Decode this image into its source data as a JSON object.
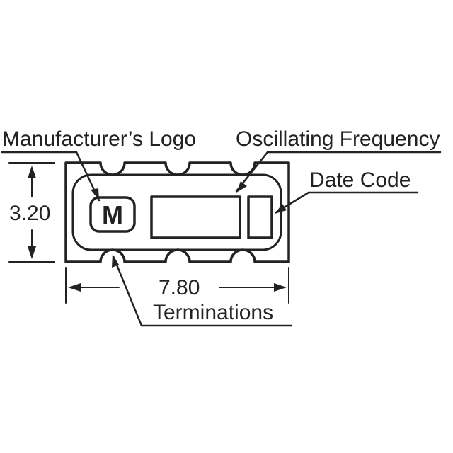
{
  "labels": {
    "manufacturer_logo": "Manufacturer’s Logo",
    "oscillating_frequency": "Oscillating Frequency",
    "date_code": "Date Code",
    "height_dim": "3.20",
    "width_dim": "7.80",
    "terminations": "Terminations"
  },
  "logo_glyph": "M",
  "colors": {
    "ink": "#222222",
    "background": "#ffffff"
  }
}
